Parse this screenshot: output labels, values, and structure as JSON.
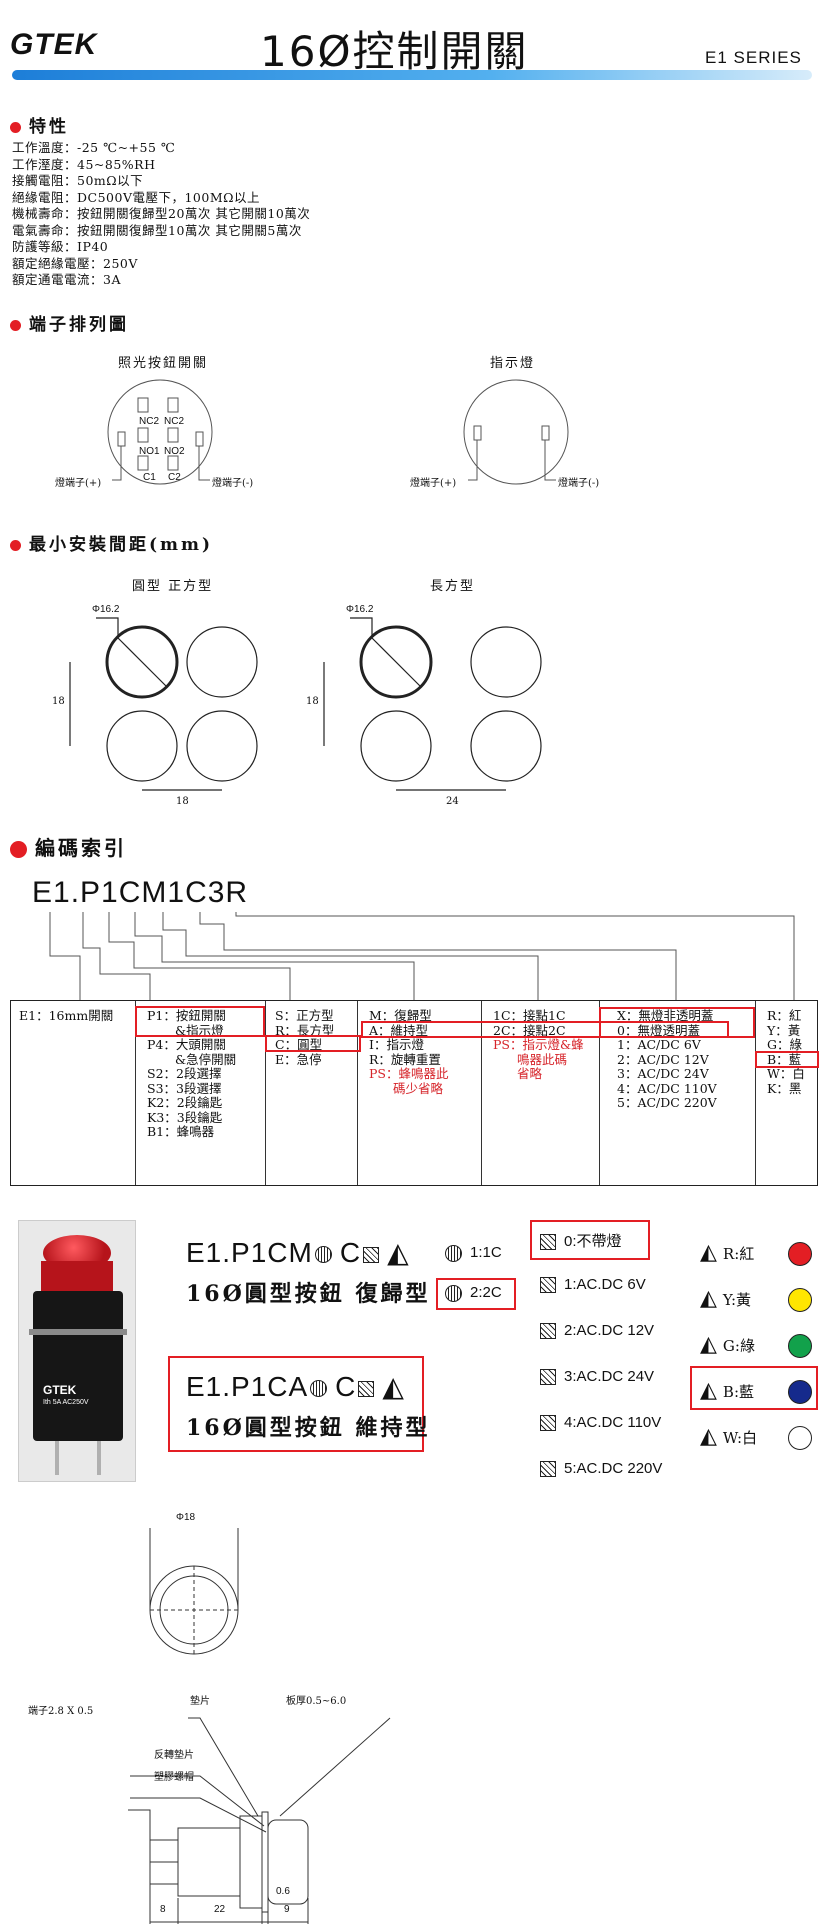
{
  "header": {
    "brand": "GTEK",
    "title": "16Ø控制開關",
    "series": "E1 SERIES"
  },
  "features": {
    "heading": "特性",
    "lines": [
      "工作溫度：-25 ℃~+55 ℃",
      "工作溼度：45~85%RH",
      "接觸電阻：50mΩ以下",
      "絕緣電阻：DC500V電壓下，100MΩ以上",
      "機械壽命：按鈕開關復歸型20萬次 其它開關10萬次",
      "電氣壽命：按鈕開關復歸型10萬次 其它開關5萬次",
      "防護等級：IP40",
      "額定絕緣電壓：250V",
      "額定通電電流：3A"
    ]
  },
  "terminals": {
    "heading": "端子排列圖",
    "left_title": "照光按鈕開關",
    "right_title": "指示燈",
    "pins": [
      "NC2",
      "NC2",
      "NO1",
      "NO2",
      "C1",
      "C2"
    ],
    "lamp_plus": "燈端子(+)",
    "lamp_minus": "燈端子(-)"
  },
  "spacing": {
    "heading": "最小安裝間距(mm)",
    "left_title": "圓型 正方型",
    "right_title": "長方型",
    "dia_label": "Φ16.2",
    "v_dim": "18",
    "h_dim_left": "18",
    "h_dim_right": "24"
  },
  "code": {
    "heading": "編碼索引",
    "model": "E1.P1CM1C3R",
    "columns": [
      [
        "E1：16mm開關"
      ],
      [
        "P1：按鈕開關",
        "&指示燈",
        "P4：大頭開關",
        "&急停開關",
        "S2：2段選擇",
        "S3：3段選擇",
        "K2：2段鑰匙",
        "K3：3段鑰匙",
        "B1：蜂鳴器"
      ],
      [
        "S：正方型",
        "R：長方型",
        "C：圓型",
        "E：急停"
      ],
      [
        "M：復歸型",
        "A：維持型",
        "I：指示燈",
        "R：旋轉重置",
        "PS：蜂鳴器此",
        "碼少省略"
      ],
      [
        "1C：接點1C",
        "2C：接點2C",
        "PS：指示燈&蜂",
        "鳴器此碼",
        "省略"
      ],
      [
        "X：無燈非透明蓋",
        "0：無燈透明蓋",
        "1：AC/DC 6V",
        "2：AC/DC 12V",
        "3：AC/DC 24V",
        "4：AC/DC 110V",
        "5：AC/DC 220V"
      ],
      [
        "R：紅",
        "Y：黃",
        "G：綠",
        "B：藍",
        "W：白",
        "K：黑"
      ]
    ]
  },
  "product": {
    "photo_text": "GTEK",
    "photo_sub": "Ith 5A AC250V",
    "code1": "E1.P1CM",
    "code1_tail": "C",
    "desc1": "16Ø圓型按鈕 復歸型",
    "code2": "E1.P1CA",
    "code2_tail": "C",
    "desc2": "16Ø圓型按鈕 維持型",
    "contacts": [
      "1:1C",
      "2:2C"
    ],
    "lamps": [
      "0:不帶燈",
      "1:AC.DC 6V",
      "2:AC.DC 12V",
      "3:AC.DC 24V",
      "4:AC.DC 110V",
      "5:AC.DC 220V"
    ],
    "colors": [
      {
        "label": "R:紅",
        "hex": "#e31e24"
      },
      {
        "label": "Y:黃",
        "hex": "#ffe600"
      },
      {
        "label": "G:綠",
        "hex": "#12a14b"
      },
      {
        "label": "B:藍",
        "hex": "#152a8c"
      },
      {
        "label": "W:白",
        "hex": "#ffffff"
      }
    ]
  },
  "dimensions": {
    "dia": "Φ18",
    "terminal": "端子2.8 X 0.5",
    "gasket": "墊片",
    "plate": "板厚0.5~6.0",
    "anti_gasket": "反轉墊片",
    "nut": "塑膠螺帽",
    "d1": "8",
    "d2": "22",
    "d3": "0.6",
    "d4": "9"
  }
}
